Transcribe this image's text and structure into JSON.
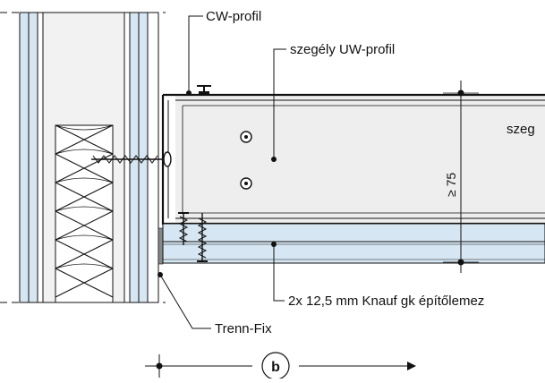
{
  "labels": {
    "cw_profil": "CW-profil",
    "uw_profil": "szegély UW-profil",
    "partial_right": "szeg",
    "dimension": "≥ 75",
    "boards": "2x 12,5 mm Knauf gk építőlemez",
    "trenn_fix": "Trenn-Fix",
    "section_marker": "b"
  },
  "colors": {
    "line": "#111111",
    "gypsum_board": "#d6e6f2",
    "profile_fill": "#eeeeee",
    "paper_light": "#f2f6fa",
    "background": "#ffffff"
  }
}
